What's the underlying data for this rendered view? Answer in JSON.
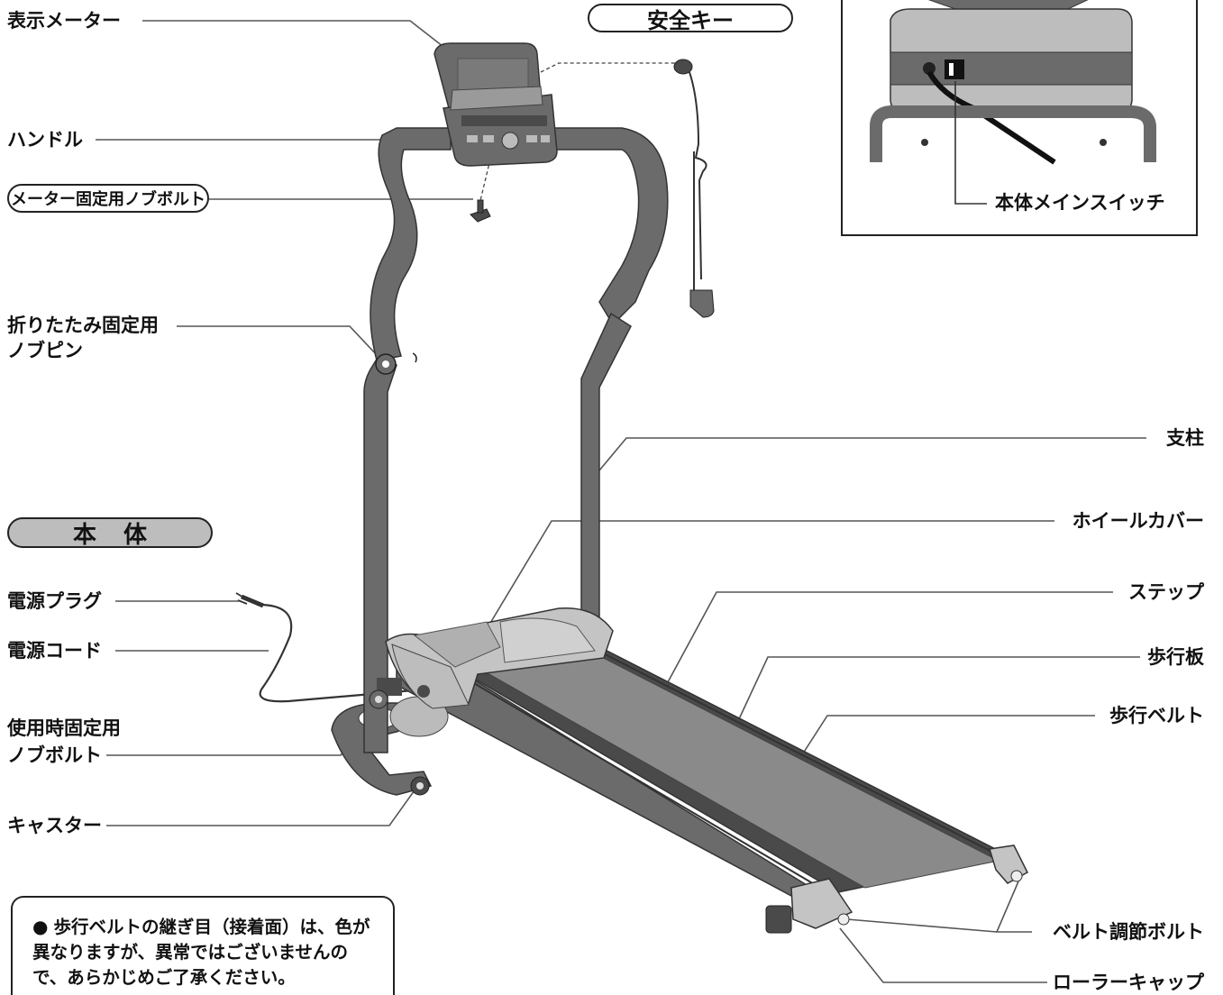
{
  "section_titles": {
    "safety_key": "安全キー",
    "main_body": "本体"
  },
  "labels": {
    "display_meter": "表示メーター",
    "handle": "ハンドル",
    "meter_knob_bolt": "メーター固定用ノブボルト",
    "fold_pin_1": "折りたたみ固定用",
    "fold_pin_2": "ノブピン",
    "column": "支柱",
    "wheel_cover": "ホイールカバー",
    "step": "ステップ",
    "walking_board": "歩行板",
    "walking_belt": "歩行ベルト",
    "power_plug": "電源プラグ",
    "power_cord": "電源コード",
    "use_bolt_1": "使用時固定用",
    "use_bolt_2": "ノブボルト",
    "caster": "キャスター",
    "belt_adjust_bolt": "ベルト調節ボルト",
    "roller_cap": "ローラーキャップ",
    "main_switch": "本体メインスイッチ"
  },
  "note": {
    "bullet": "●",
    "text": "歩行ベルトの継ぎ目（接着面）は、色が異なりますが、異常ではございませんので、あらかじめご了承ください。"
  },
  "colors": {
    "frame": "#6b6b6b",
    "frame_dark": "#4a4a4a",
    "deck": "#8a8a8a",
    "cover": "#c4c4c4",
    "pill_grey": "#bdbdbd"
  }
}
